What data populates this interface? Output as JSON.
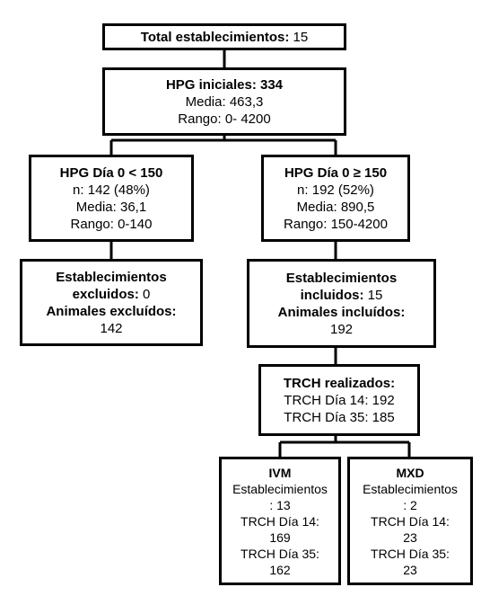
{
  "total": {
    "label": "Total establecimientos:",
    "value": "15"
  },
  "hpg_iniciales": {
    "title": "HPG iniciales: 334",
    "media": "Media: 463,3",
    "rango": "Rango: 0- 4200"
  },
  "low": {
    "title": "HPG Día 0 < 150",
    "n": "n: 142 (48%)",
    "media": "Media: 36,1",
    "rango": "Rango: 0-140"
  },
  "high": {
    "title": "HPG Día 0 ≥ 150",
    "n": "n: 192 (52%)",
    "media": "Media: 890,5",
    "rango": "Rango: 150-4200"
  },
  "excluded": {
    "line1": "Establecimientos",
    "line2_label": "excluidos:",
    "line2_value": "0",
    "line3": "Animales excluídos:",
    "line4": "142"
  },
  "included": {
    "line1": "Establecimientos",
    "line2_label": "incluidos:",
    "line2_value": "15",
    "line3": "Animales incluídos:",
    "line4": "192"
  },
  "trch": {
    "title": "TRCH realizados:",
    "d14": "TRCH Día 14: 192",
    "d35": "TRCH Día 35: 185"
  },
  "ivm": {
    "title": "IVM",
    "l1": "Establecimientos",
    "l2": ": 13",
    "l3": "TRCH Día 14:",
    "l4": "169",
    "l5": "TRCH Día 35:",
    "l6": "162"
  },
  "mxd": {
    "title": "MXD",
    "l1": "Establecimientos",
    "l2": ": 2",
    "l3": "TRCH Día 14:",
    "l4": "23",
    "l5": "TRCH Día 35:",
    "l6": "23"
  }
}
